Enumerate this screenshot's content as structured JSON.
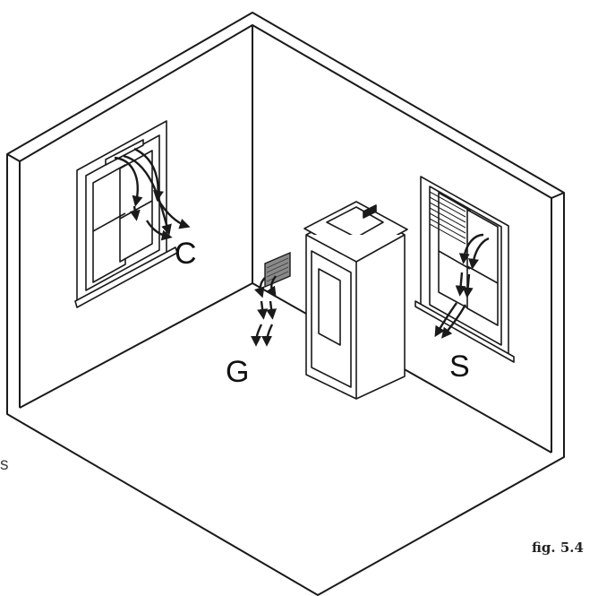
{
  "labels": {
    "window_left": "C",
    "vent": "G",
    "window_right": "S",
    "edge_fragment": "s"
  },
  "caption": "fig. 5.4",
  "colors": {
    "line": "#1a1a1a",
    "vent_fill": "#8a8a8a",
    "glass": "#ffffff"
  },
  "icons": {
    "airflow": "curved-arrow-icon"
  }
}
